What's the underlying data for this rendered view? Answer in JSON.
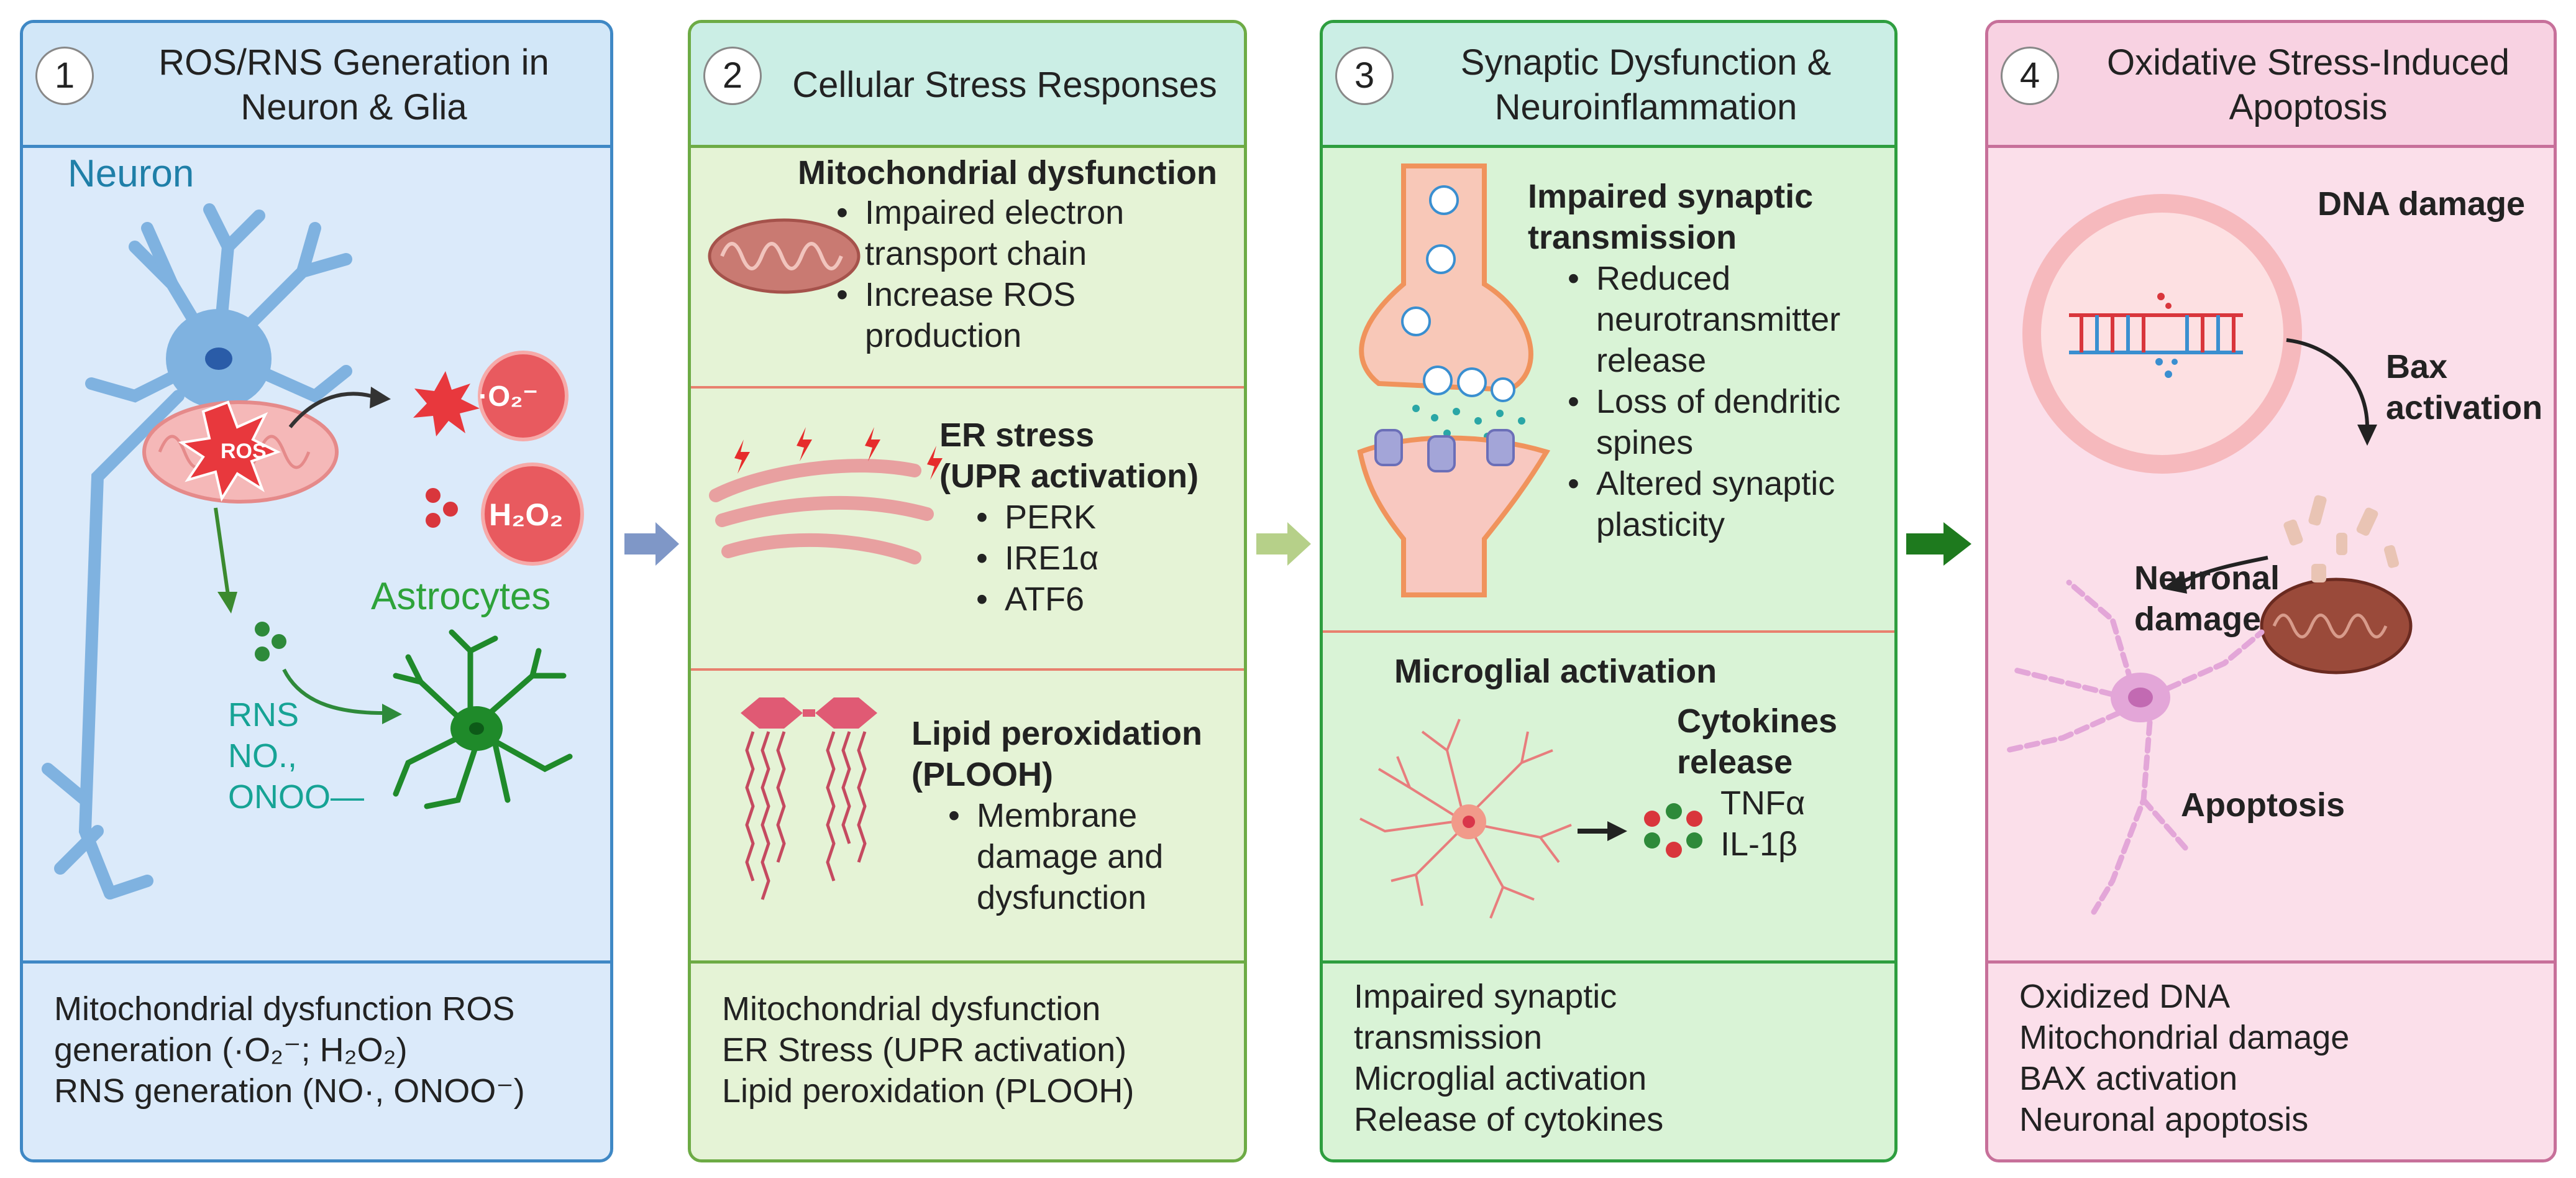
{
  "panels": [
    {
      "number": "1",
      "title": "ROS/RNS Generation in Neuron & Glia",
      "labels": {
        "neuron": "Neuron",
        "ros": "ROS",
        "superoxide": "·O₂⁻",
        "h2o2": "H₂O₂",
        "astrocytes": "Astrocytes",
        "rns_lines": [
          "RNS",
          "NO.,",
          "ONOO—"
        ]
      },
      "footer": [
        "Mitochondrial dysfunction ROS",
        "generation (·O₂⁻; H₂O₂)",
        "RNS generation (NO·, ONOO⁻)"
      ]
    },
    {
      "number": "2",
      "title": "Cellular Stress Responses",
      "sections": [
        {
          "heading": [
            "Mitochondrial dysfunction"
          ],
          "bullets": [
            "Impaired electron transport chain",
            "Increase ROS production"
          ]
        },
        {
          "heading": [
            "ER stress",
            "(UPR activation)"
          ],
          "bullets": [
            "PERK",
            "IRE1α",
            "ATF6"
          ]
        },
        {
          "heading": [
            "Lipid peroxidation",
            "(PLOOH)"
          ],
          "bullets": [
            "Membrane damage and dysfunction"
          ]
        }
      ],
      "footer": [
        "Mitochondrial dysfunction",
        "ER Stress (UPR activation)",
        "Lipid peroxidation (PLOOH)"
      ]
    },
    {
      "number": "3",
      "title": "Synaptic Dysfunction & Neuroinflammation",
      "sections": [
        {
          "heading": [
            "Impaired synaptic",
            "transmission"
          ],
          "bullets": [
            "Reduced neurotransmitter release",
            "Loss of dendritic spines",
            "Altered synaptic plasticity"
          ]
        },
        {
          "heading": [
            "Microglial activation"
          ],
          "bullets": []
        }
      ],
      "cytokines": {
        "heading": [
          "Cytokines",
          "release"
        ],
        "items": [
          "TNFα",
          "IL-1β"
        ]
      },
      "footer": [
        "Impaired synaptic",
        "transmission",
        "Microglial activation",
        "Release of cytokines"
      ]
    },
    {
      "number": "4",
      "title": "Oxidative Stress-Induced Apoptosis",
      "labels": {
        "dna_damage": "DNA damage",
        "bax_activation": [
          "Bax",
          "activation"
        ],
        "neuronal_damage": [
          "Neuronal",
          "damage"
        ],
        "apoptosis": "Apoptosis"
      },
      "footer": [
        "Oxidized DNA",
        "Mitochondrial damage",
        "BAX activation",
        "Neuronal apoptosis"
      ]
    }
  ],
  "colors": {
    "panel1_border": "#3f88c5",
    "panel2_border": "#6dab45",
    "panel3_border": "#2e9e3f",
    "panel4_border": "#c7709a",
    "arrow1": "#7f97c7",
    "arrow2": "#b6d089",
    "arrow3": "#1e7a1e"
  }
}
